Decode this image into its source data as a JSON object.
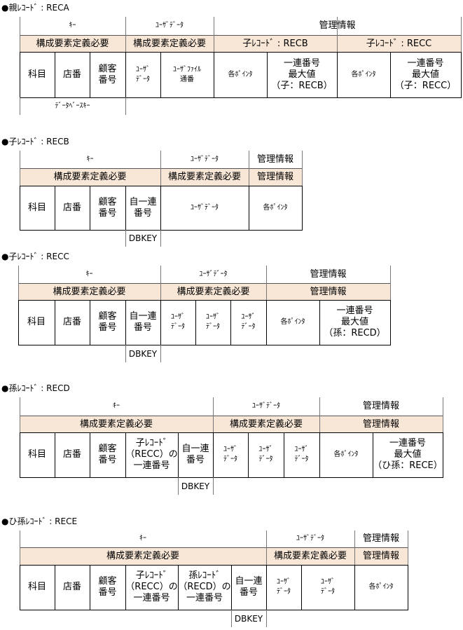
{
  "diagram": {
    "records": [
      {
        "title": "●親ﾚｺｰﾄﾞ : RECA",
        "group_headers": [
          "ｷｰ",
          "ﾕｰｻﾞﾃﾞｰﾀ",
          "管理情報"
        ],
        "band": [
          "構成要素定義必要",
          "構成要素定義必要",
          "子ﾚｺｰﾄﾞ : RECB",
          "子ﾚｺｰﾄﾞ : RECC"
        ],
        "fields": [
          "科目",
          "店番",
          "顧客\n番号",
          "ﾕｰｻﾞ\nﾃﾞｰﾀ",
          "ﾕｰｻﾞﾌｧｲﾙ\n通番",
          "各ﾎﾟｲﾝﾀ",
          "一連番号\n最大値\n（子：RECB）",
          "各ﾎﾟｲﾝﾀ",
          "一連番号\n最大値\n（子：RECC）"
        ],
        "footer": "ﾃﾞｰﾀﾍﾞｰｽｷｰ"
      },
      {
        "title": "●子ﾚｺｰﾄﾞ : RECB",
        "group_headers": [
          "ｷｰ",
          "ﾕｰｻﾞﾃﾞｰﾀ",
          "管理情報"
        ],
        "band": [
          "構成要素定義必要",
          "構成要素定義必要",
          "管理情報"
        ],
        "fields": [
          "科目",
          "店番",
          "顧客\n番号",
          "自一連\n番号",
          "ﾕｰｻﾞﾃﾞｰﾀ",
          "各ﾎﾟｲﾝﾀ"
        ],
        "footer": "DBKEY"
      },
      {
        "title": "●子ﾚｺｰﾄﾞ : RECC",
        "group_headers": [
          "ｷｰ",
          "ﾕｰｻﾞﾃﾞｰﾀ",
          "管理情報"
        ],
        "band": [
          "構成要素定義必要",
          "構成要素定義必要",
          "管理情報"
        ],
        "fields": [
          "科目",
          "店番",
          "顧客\n番号",
          "自一連\n番号",
          "ﾕｰｻﾞ\nﾃﾞｰﾀ",
          "ﾕｰｻﾞ\nﾃﾞｰﾀ",
          "ﾕｰｻﾞ\nﾃﾞｰﾀ",
          "各ﾎﾟｲﾝﾀ",
          "一連番号\n最大値\n（孫：RECD）"
        ],
        "footer": "DBKEY"
      },
      {
        "title": "●孫ﾚｺｰﾄﾞ : RECD",
        "group_headers": [
          "ｷｰ",
          "ﾕｰｻﾞﾃﾞｰﾀ",
          "管理情報"
        ],
        "band": [
          "構成要素定義必要",
          "構成要素定義必要",
          "管理情報"
        ],
        "fields": [
          "科目",
          "店番",
          "顧客\n番号",
          "子ﾚｺｰﾄﾞ\n（RECC）の\n一連番号",
          "自一連\n番号",
          "ﾕｰｻﾞ\nﾃﾞｰﾀ",
          "ﾕｰｻﾞ\nﾃﾞｰﾀ",
          "ﾕｰｻﾞ\nﾃﾞｰﾀ",
          "各ﾎﾟｲﾝﾀ",
          "一連番号\n最大値\n（ひ孫：RECE）"
        ],
        "footer": "DBKEY"
      },
      {
        "title": "●ひ孫ﾚｺｰﾄﾞ : RECE",
        "group_headers": [
          "ｷｰ",
          "ﾕｰｻﾞﾃﾞｰﾀ",
          "管理情報"
        ],
        "band": [
          "構成要素定義必要",
          "構成要素定義必要",
          "管理情報"
        ],
        "fields": [
          "科目",
          "店番",
          "顧客\n番号",
          "子ﾚｺｰﾄﾞ\n（RECC）の\n一連番号",
          "孫ﾚｺｰﾄﾞ\n（RECD）の\n一連番号",
          "自一連\n番号",
          "ﾕｰｻﾞ\nﾃﾞｰﾀ",
          "ﾕｰｻﾞ\nﾃﾞｰﾀ",
          "各ﾎﾟｲﾝﾀ"
        ],
        "footer": "DBKEY"
      }
    ],
    "colors": {
      "band_fill": "#f8e6d6",
      "line": "#000000",
      "group_divider": "#777777"
    }
  }
}
